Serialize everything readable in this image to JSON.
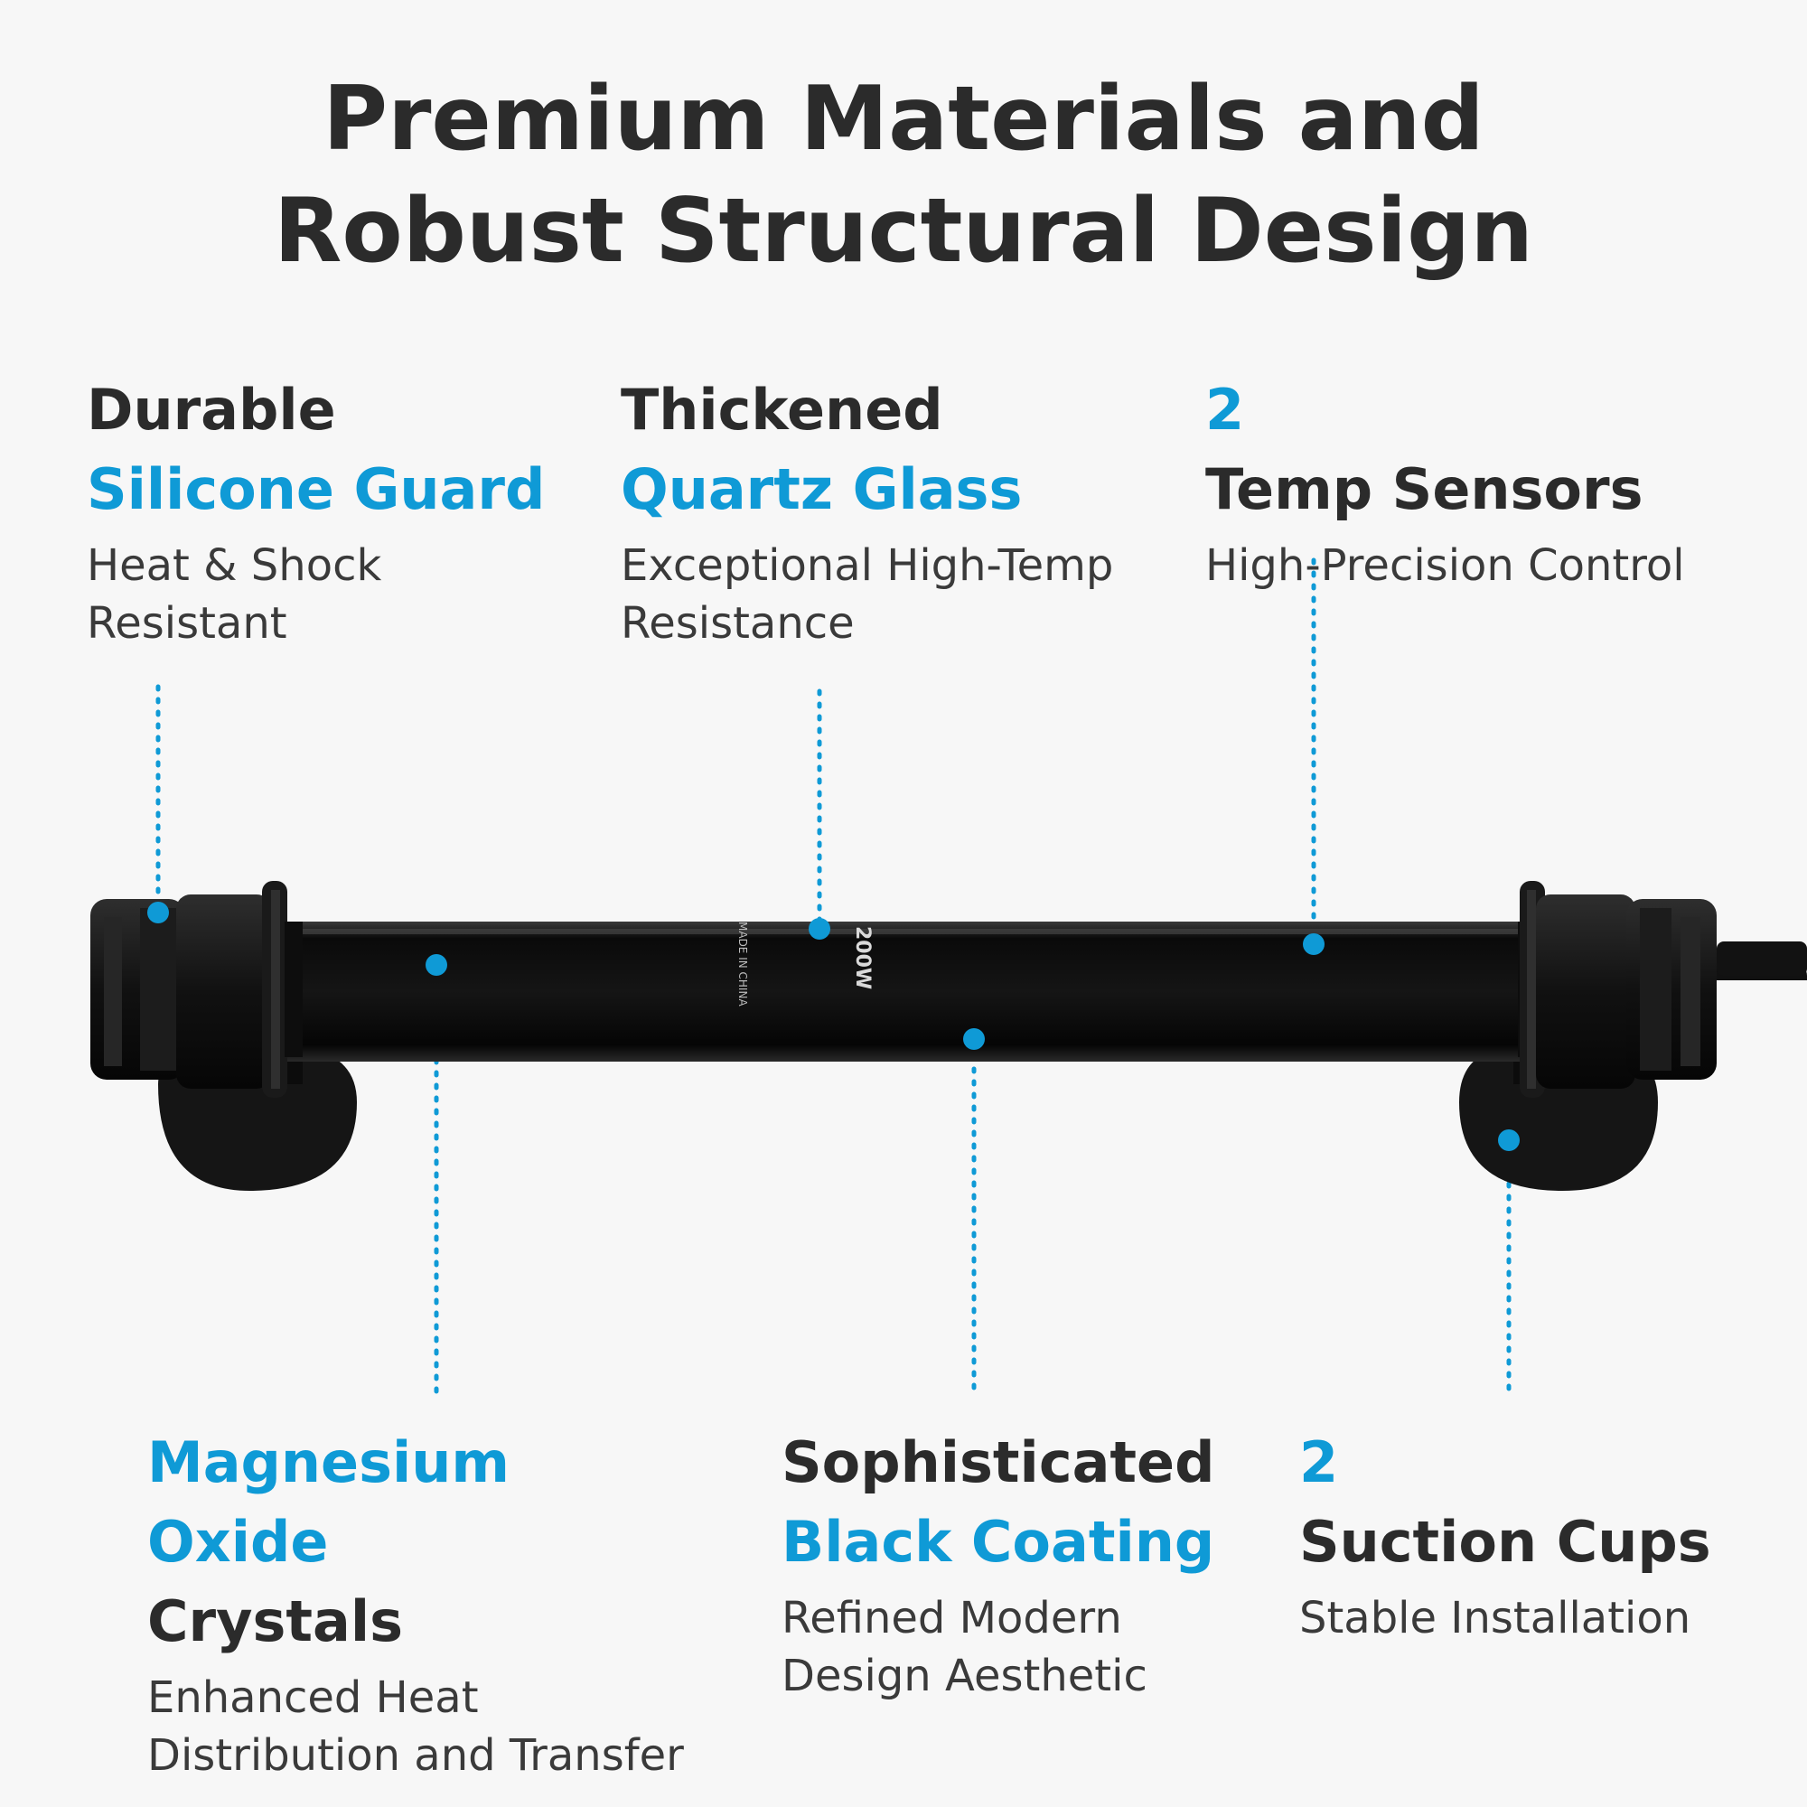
{
  "title": {
    "line1": "Premium Materials and",
    "line2": "Robust Structural Design"
  },
  "colors": {
    "accent": "#0f9ad6",
    "text": "#2b2b2b",
    "background": "#f7f7f7"
  },
  "features": {
    "silicone": {
      "line1": "Durable",
      "line2": "Silicone Guard",
      "desc1": "Heat & Shock",
      "desc2": "Resistant"
    },
    "quartz": {
      "line1": "Thickened",
      "line2": "Quartz Glass",
      "desc1": "Exceptional High-Temp",
      "desc2": "Resistance"
    },
    "sensors": {
      "count": "2",
      "label": " Temp Sensors",
      "desc1": "High-Precision Control"
    },
    "magnesium": {
      "accent1": "Magnesium",
      "accent2": "Oxide",
      "dark2": " Crystals",
      "desc1": "Enhanced Heat",
      "desc2": "Distribution and Transfer"
    },
    "coating": {
      "line1": "Sophisticated",
      "line2": "Black Coating",
      "desc1": "Refined Modern",
      "desc2": "Design Aesthetic"
    },
    "suction": {
      "count": "2",
      "label": " Suction Cups",
      "desc1": "Stable Installation"
    }
  },
  "product": {
    "wattage_label": "200W",
    "origin_label": "MADE IN CHINA",
    "icon": "aquarium-heater-image"
  }
}
